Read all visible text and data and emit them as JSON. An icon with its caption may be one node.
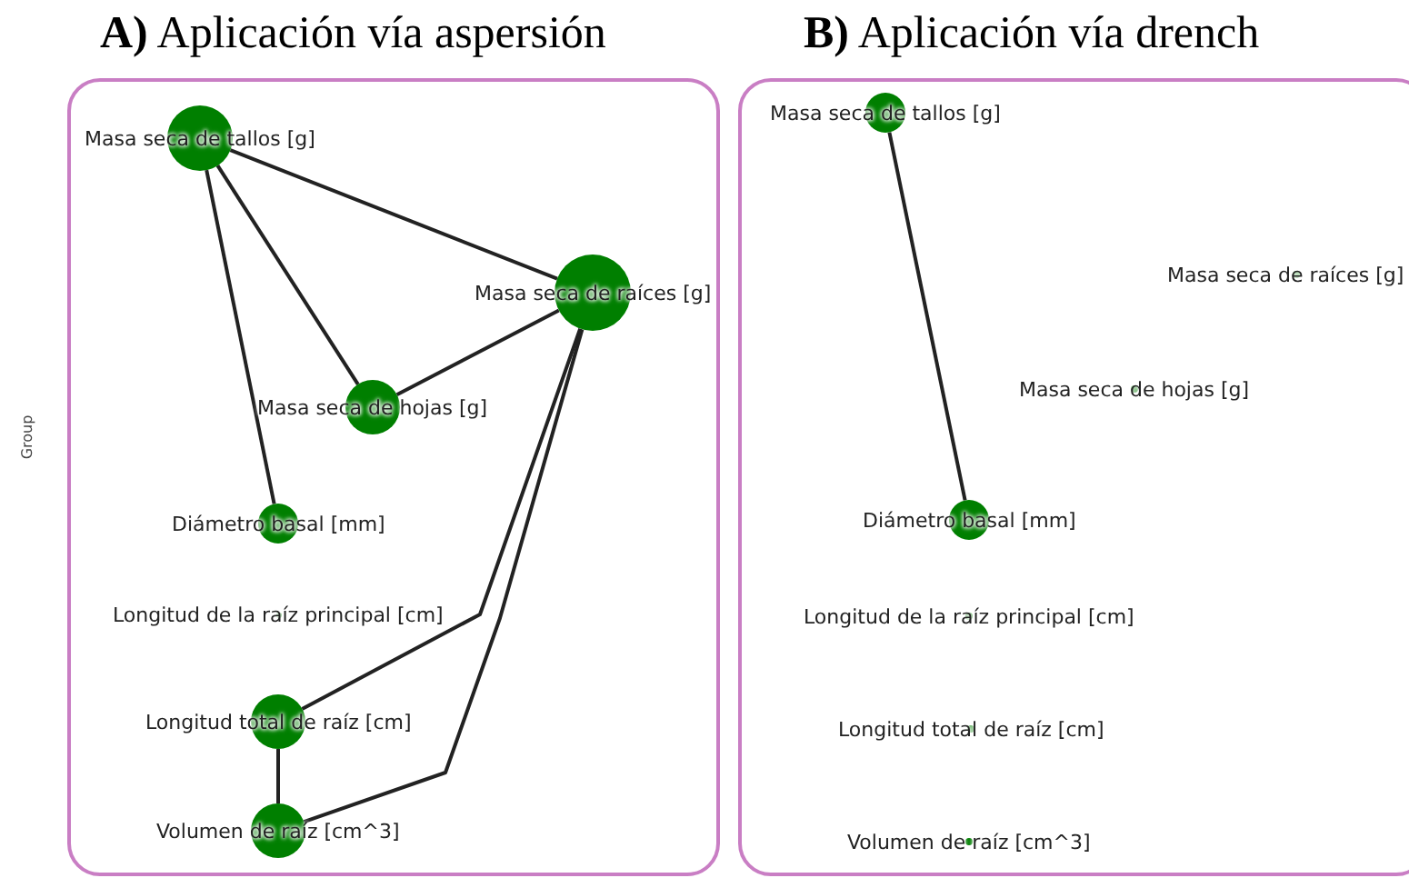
{
  "diagram": {
    "nodes": [
      {
        "text": [
          "**A)** Aplicación vía aspersión"
        ]
      },
      {
        "text": [
          "Masa seca de tallos [g]"
        ],
        "in": 0
      },
      {
        "text": [
          "Masa seca de raíces [g]"
        ],
        "in": 0
      },
      {
        "text": [
          "Masa seca de hojas [g]"
        ],
        "in": 0
      },
      {
        "text": [
          "Diámetro basal [mm]"
        ],
        "in": 0
      },
      {
        "text": [
          "Longitud de la raíz principal [cm]"
        ],
        "in": 0
      },
      {
        "text": [
          "Longitud total de raíz [cm]"
        ],
        "in": 0
      },
      {
        "text": [
          "Volumen de raíz [cm^3]"
        ],
        "in": 0
      },
      {
        "text": [
          "**B)** Aplicación vía drench"
        ]
      },
      {
        "text": [
          "Masa seca de tallos [g]"
        ],
        "in": 8
      },
      {
        "text": [
          "Masa seca de raíces [g]"
        ],
        "in": 8
      },
      {
        "text": [
          "Masa seca de hojas [g]"
        ],
        "in": 8
      },
      {
        "text": [
          "Diámetro basal [mm]"
        ],
        "in": 8
      },
      {
        "text": [
          "Longitud de la raíz principal [cm]"
        ],
        "in": 8
      },
      {
        "text": [
          "Longitud total de raíz [cm]"
        ],
        "in": 8
      },
      {
        "text": [
          "Volumen de raíz [cm^3]"
        ],
        "in": 8
      }
    ],
    "edges": [
      {
        "from": 1,
        "to": 2,
        "arrow": "none"
      },
      {
        "from": 1,
        "to": 3,
        "arrow": "none"
      },
      {
        "from": 1,
        "to": 4,
        "arrow": "none"
      },
      {
        "from": 2,
        "to": 3,
        "arrow": "none"
      },
      {
        "from": 2,
        "to": 6,
        "arrow": "none"
      },
      {
        "from": 2,
        "to": 7,
        "arrow": "none"
      },
      {
        "from": 6,
        "to": 7,
        "arrow": "none"
      },
      {
        "from": 9,
        "to": 12,
        "arrow": "none"
      }
    ],
    "labels": [
      "Group"
    ]
  }
}
